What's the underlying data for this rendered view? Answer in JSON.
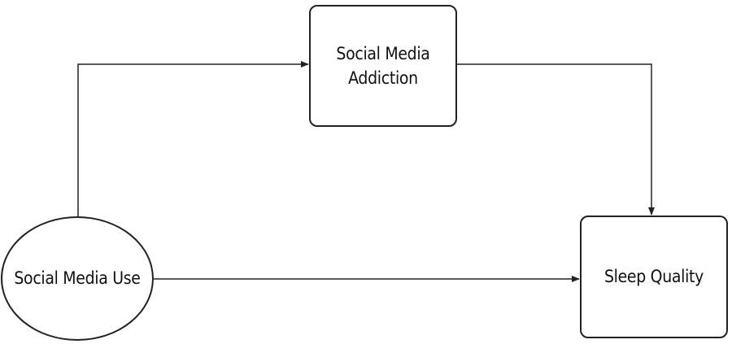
{
  "diagram": {
    "nodes": {
      "predictor": {
        "label": "Social Media Use",
        "shape": "ellipse"
      },
      "mediator": {
        "label": "Social Media\nAddiction",
        "shape": "rounded-rectangle"
      },
      "outcome": {
        "label": "Sleep Quality",
        "shape": "rounded-rectangle"
      }
    },
    "edges": [
      {
        "from": "predictor",
        "to": "mediator",
        "style": "arrow"
      },
      {
        "from": "mediator",
        "to": "outcome",
        "style": "arrow"
      },
      {
        "from": "predictor",
        "to": "outcome",
        "style": "arrow"
      }
    ],
    "colors": {
      "stroke": "#222222",
      "background": "#ffffff",
      "text": "#111111"
    }
  }
}
